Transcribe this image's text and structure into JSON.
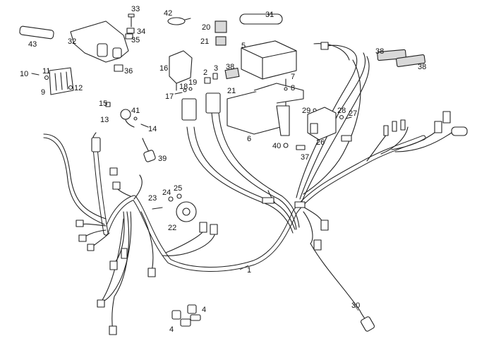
{
  "diagram": {
    "callouts": {
      "c1": "1",
      "c2": "2",
      "c3": "3",
      "c4a": "4",
      "c4b": "4",
      "c5": "5",
      "c6": "6",
      "c7": "7",
      "c8": "8",
      "c9": "9",
      "c10": "10",
      "c11": "11",
      "c12": "12",
      "c13": "13",
      "c14": "14",
      "c15": "15",
      "c16": "16",
      "c17": "17",
      "c18": "18",
      "c19": "19",
      "c20": "20",
      "c21a": "21",
      "c21b": "21",
      "c22": "22",
      "c23": "23",
      "c24": "24",
      "c25": "25",
      "c26": "26",
      "c27": "27",
      "c28": "28",
      "c29": "29",
      "c30": "30",
      "c31": "31",
      "c32": "32",
      "c33": "33",
      "c34": "34",
      "c35": "35",
      "c36": "36",
      "c37": "37",
      "c38a": "38",
      "c38b": "38",
      "c38c": "38",
      "c39": "39",
      "c40": "40",
      "c41": "41",
      "c42": "42",
      "c43": "43"
    }
  }
}
